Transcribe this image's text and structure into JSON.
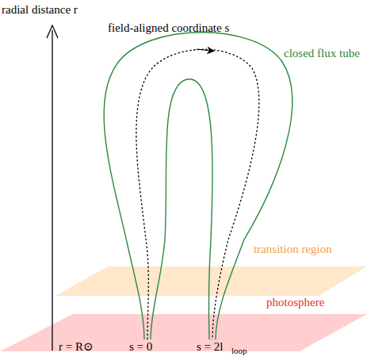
{
  "diagram": {
    "labels": [
      "radial distance r",
      "field-aligned coordinate s",
      "closed flux tube",
      "transition region",
      "photosphere",
      "r = R⊙",
      "s = 0",
      "s = 2l",
      "loop"
    ]
  }
}
